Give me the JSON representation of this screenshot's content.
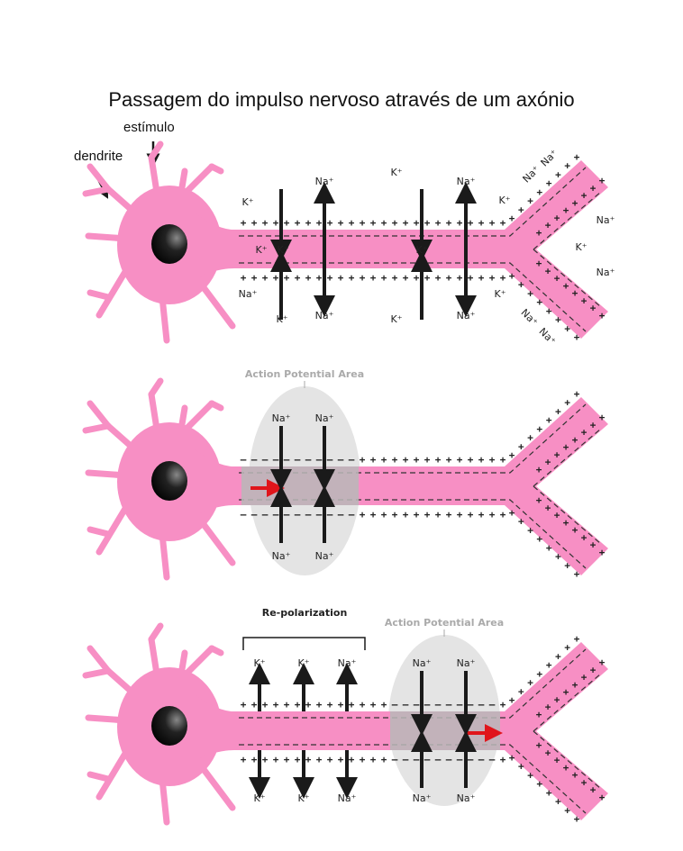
{
  "title": "Passagem do impulso nervoso através de um axónio",
  "labels": {
    "stimulus": "estímulo",
    "dendrite": "dendrite"
  },
  "ions": {
    "k": "K⁺",
    "na": "Na⁺"
  },
  "panel2": {
    "area_label": "Action Potential Area"
  },
  "panel3": {
    "repolarization_label": "Re-polarization",
    "area_label": "Action Potential Area"
  },
  "colors": {
    "neuron": "#f78fc4",
    "nucleus": "#1a1a1a",
    "ap_area": "#e4e4e4",
    "ap_core": "#b9b9b9",
    "red_arrow": "#e0151b",
    "arrow": "#1a1a1a"
  }
}
